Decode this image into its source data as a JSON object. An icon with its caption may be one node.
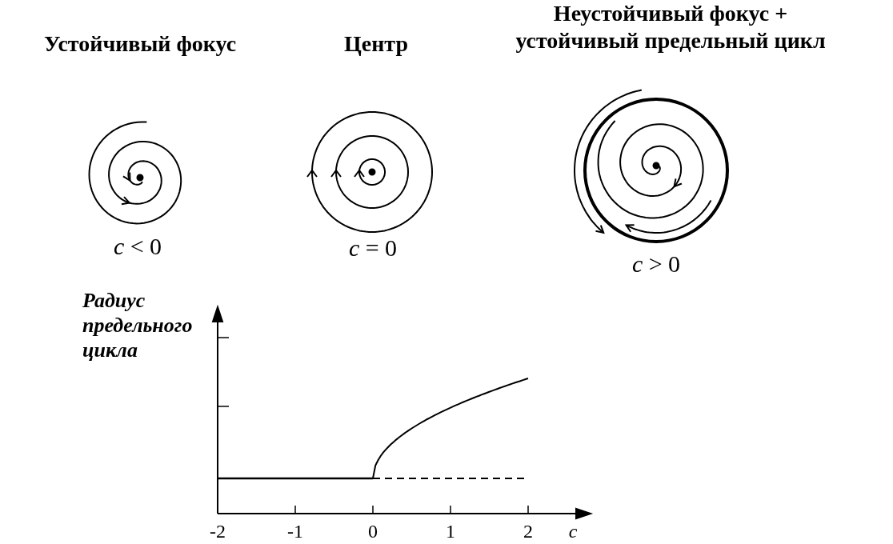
{
  "diagram": {
    "labels": [
      "Устойчивый фокус",
      "Центр",
      "Неустойчивый фокус + устойчивый предельный цикл",
      "*c* < 0",
      "*c* = 0",
      "*c* > 0",
      "Радиус предельного цикла",
      "-2",
      "-1",
      "0",
      "1",
      "2",
      "c"
    ]
  }
}
